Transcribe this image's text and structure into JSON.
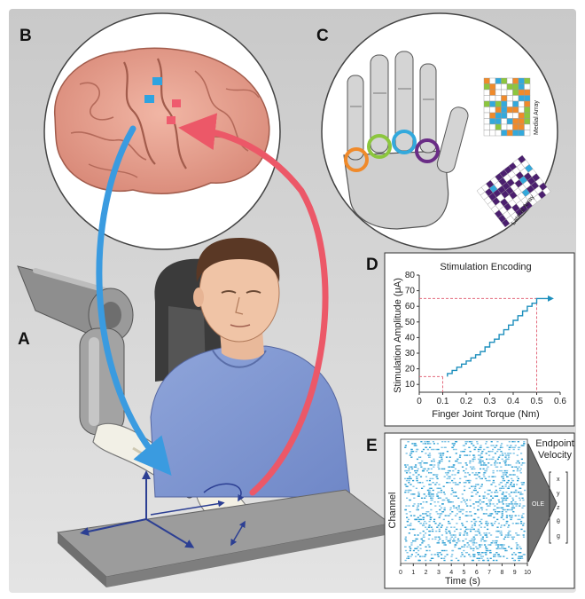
{
  "panels": {
    "a_label": "A",
    "b_label": "B",
    "c_label": "C",
    "d_label": "D",
    "e_label": "E"
  },
  "array_labels": {
    "medial": "Medial Array",
    "lateral": "Lateral Array"
  },
  "colors": {
    "blue_arrow": "#3a9be0",
    "red_arrow": "#ec5868",
    "chart_line": "#1d8fbd",
    "guide_dash": "#e36a7d",
    "ring_orange": "#f08a2a",
    "ring_green": "#8cc63e",
    "ring_blue": "#33a9dc",
    "ring_purple": "#6a2d86"
  },
  "chart_data": [
    {
      "type": "line",
      "title": "Stimulation Encoding",
      "xlabel": "Finger Joint Torque (Nm)",
      "ylabel": "Stimulation Amplitude (μA)",
      "xticks": [
        "0",
        "0.1",
        "0.2",
        "0.3",
        "0.4",
        "0.5",
        "0.6"
      ],
      "yticks": [
        "10",
        "20",
        "30",
        "40",
        "50",
        "60",
        "70",
        "80"
      ],
      "xlim": [
        0,
        0.6
      ],
      "ylim": [
        5,
        80
      ],
      "x": [
        0.12,
        0.12,
        0.14,
        0.14,
        0.16,
        0.16,
        0.18,
        0.18,
        0.2,
        0.2,
        0.22,
        0.22,
        0.24,
        0.24,
        0.26,
        0.26,
        0.28,
        0.28,
        0.3,
        0.3,
        0.32,
        0.32,
        0.34,
        0.34,
        0.36,
        0.36,
        0.38,
        0.38,
        0.4,
        0.4,
        0.42,
        0.42,
        0.44,
        0.44,
        0.46,
        0.46,
        0.48,
        0.48,
        0.5,
        0.5,
        0.56
      ],
      "y": [
        15,
        17,
        17,
        19,
        19,
        21,
        21,
        23,
        23,
        25,
        25,
        27,
        27,
        29,
        29,
        31,
        31,
        34,
        34,
        37,
        37,
        39,
        39,
        42,
        42,
        45,
        45,
        48,
        48,
        51,
        51,
        54,
        54,
        57,
        57,
        60,
        60,
        62,
        62,
        65,
        65
      ],
      "threshold_lines": [
        {
          "x": 0.1,
          "y": 15
        },
        {
          "x": 0.5,
          "y": 65
        }
      ],
      "grid": false
    },
    {
      "type": "raster",
      "xlabel": "Time (s)",
      "ylabel": "Channel",
      "xticks": [
        "0",
        "1",
        "2",
        "3",
        "4",
        "5",
        "6",
        "7",
        "8",
        "9",
        "10"
      ],
      "xlim": [
        0,
        10
      ],
      "decoder_label": "OLE",
      "output_title": "Endpoint Velocity",
      "output_components": [
        "x",
        "y",
        "z",
        "θ",
        "g"
      ]
    }
  ]
}
